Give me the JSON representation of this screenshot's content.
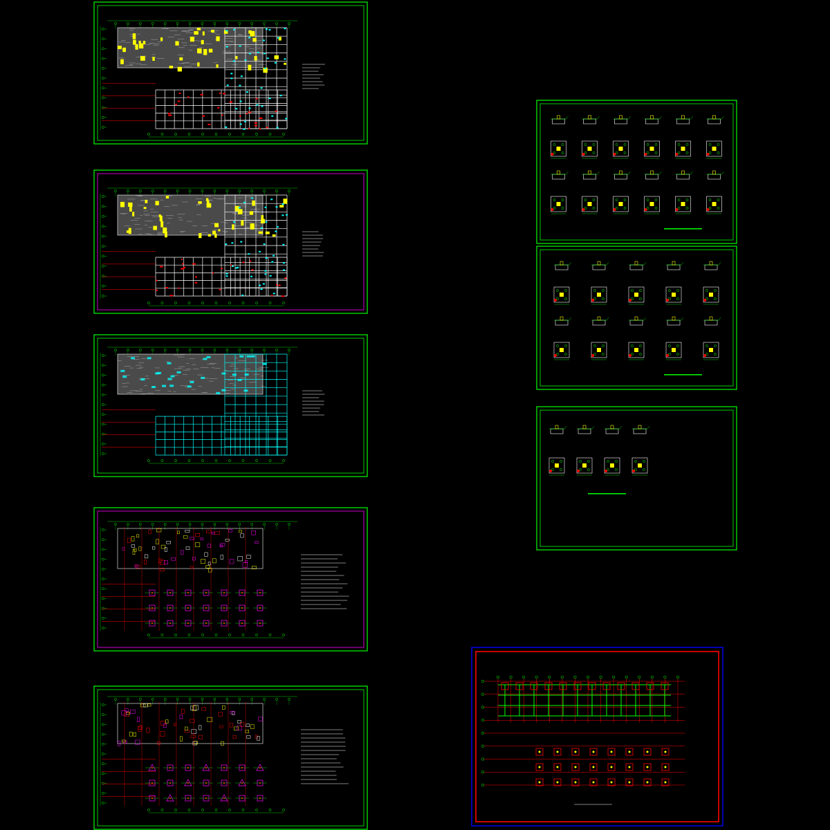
{
  "app": {
    "title": ""
  },
  "colors": {
    "background": "#000000",
    "frame": "#00ff00",
    "frame_alt": "#ff00ff",
    "frame_outer": "#0000ff",
    "frame_red": "#ff0000",
    "grid": "#00ffff",
    "axis": "#ff0000",
    "wall": "#ffffff",
    "highlight": "#ffff00"
  },
  "sheets": [
    {
      "id": "plan-1",
      "kind": "floor-plan",
      "fill": "dense",
      "border": "frame"
    },
    {
      "id": "plan-2",
      "kind": "floor-plan",
      "fill": "dense",
      "border": "frame_alt"
    },
    {
      "id": "plan-3",
      "kind": "floor-plan",
      "fill": "grid",
      "border": "frame"
    },
    {
      "id": "plan-4",
      "kind": "foundation-plan",
      "fill": "pile-caps",
      "border": "frame_alt"
    },
    {
      "id": "plan-5",
      "kind": "foundation-plan",
      "fill": "pile-caps-detail",
      "border": "frame"
    },
    {
      "id": "detail-1",
      "kind": "detail-sheet",
      "rows": 4,
      "cols": 6,
      "border": "frame"
    },
    {
      "id": "detail-2",
      "kind": "detail-sheet",
      "rows": 4,
      "cols": 5,
      "border": "frame"
    },
    {
      "id": "detail-3",
      "kind": "detail-sheet",
      "rows": 2,
      "cols": 4,
      "border": "frame"
    },
    {
      "id": "foundation-main",
      "kind": "foundation-plan-large",
      "border": "frame_red"
    }
  ]
}
